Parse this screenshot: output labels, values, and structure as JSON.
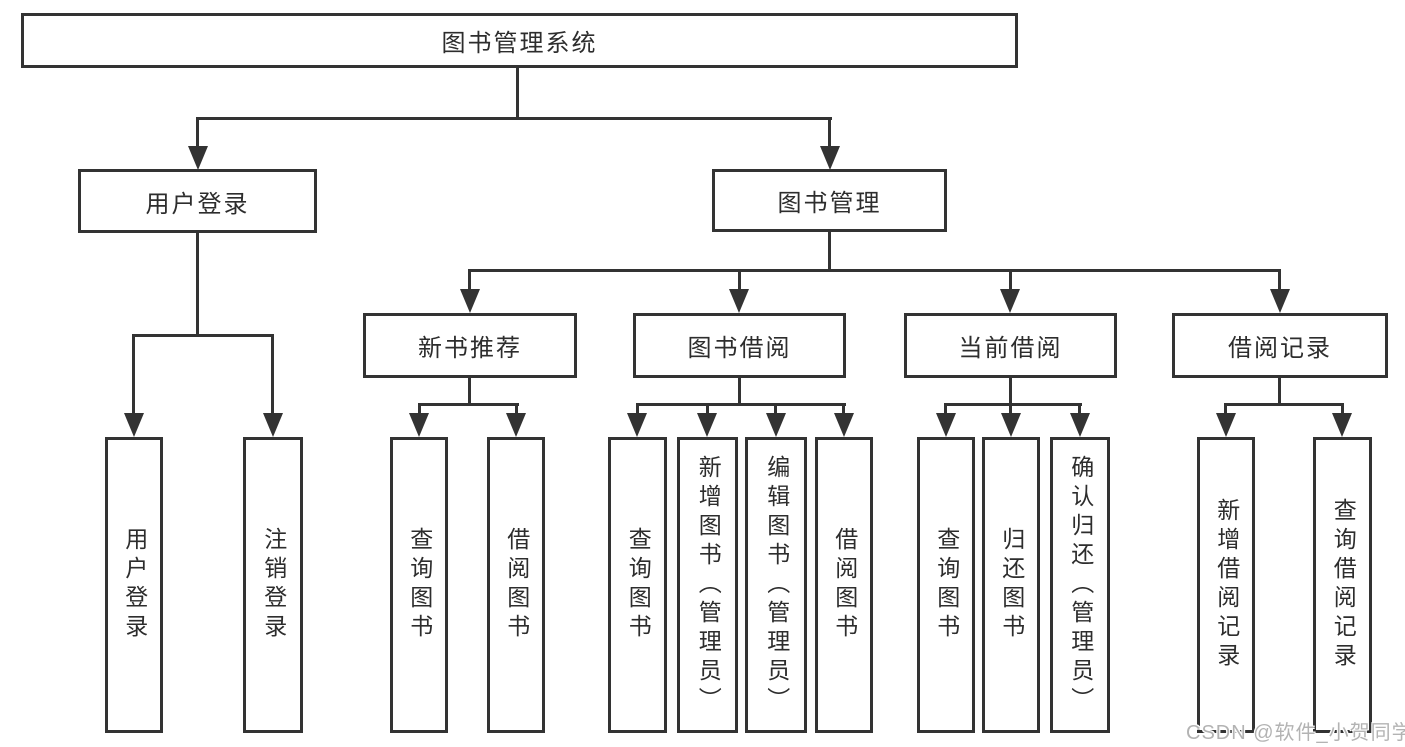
{
  "diagram": {
    "root": {
      "label": "图书管理系统",
      "children": [
        {
          "label": "用户登录",
          "children": [
            {
              "label": "用户登录"
            },
            {
              "label": "注销登录"
            }
          ]
        },
        {
          "label": "图书管理",
          "children": [
            {
              "label": "新书推荐",
              "children": [
                {
                  "label": "查询图书"
                },
                {
                  "label": "借阅图书"
                }
              ]
            },
            {
              "label": "图书借阅",
              "children": [
                {
                  "label": "查询图书"
                },
                {
                  "label": "新增图书（管理员）"
                },
                {
                  "label": "编辑图书（管理员）"
                },
                {
                  "label": "借阅图书"
                }
              ]
            },
            {
              "label": "当前借阅",
              "children": [
                {
                  "label": "查询图书"
                },
                {
                  "label": "归还图书"
                },
                {
                  "label": "确认归还（管理员）"
                }
              ]
            },
            {
              "label": "借阅记录",
              "children": [
                {
                  "label": "新增借阅记录"
                },
                {
                  "label": "查询借阅记录"
                }
              ]
            }
          ]
        }
      ]
    }
  },
  "watermark": {
    "text": "CSDN @软件_小贺同学"
  },
  "colors": {
    "line": "#333333",
    "text": "#2d2d2d",
    "watermark": "#b3b3b3",
    "background": "#ffffff"
  }
}
